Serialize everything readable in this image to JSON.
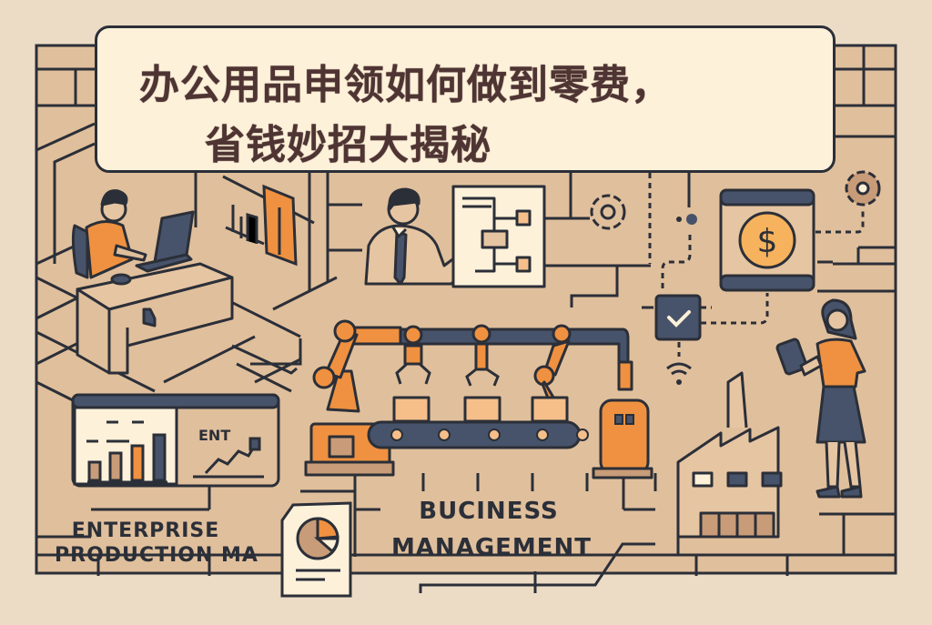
{
  "header": {
    "title_line_1": "办公用品申领如何做到零费，",
    "title_line_2": "省钱妙招大揭秘"
  },
  "dashboard_card": {
    "right_label": "ENT"
  },
  "labels": {
    "enterprise_line_1": "ENTERPRISE",
    "enterprise_line_2": "PRODUCTION MA",
    "business_line_1": "BUCINESS",
    "business_line_2": "MANAGEMENT"
  },
  "icons": {
    "currency": "$",
    "gear": "gear-icon",
    "check": "check-icon",
    "wifi": "wifi-icon",
    "pie_chart": "pie-chart-icon"
  },
  "colors": {
    "background": "#ecdcc6",
    "panel": "#e0bf9c",
    "title_card": "#fdf1da",
    "title_text": "#4e3432",
    "outline": "#2b2f38",
    "orange": "#ef9140",
    "navy": "#47536a",
    "tan": "#c89c78",
    "light_orange": "#f6bf8a"
  }
}
